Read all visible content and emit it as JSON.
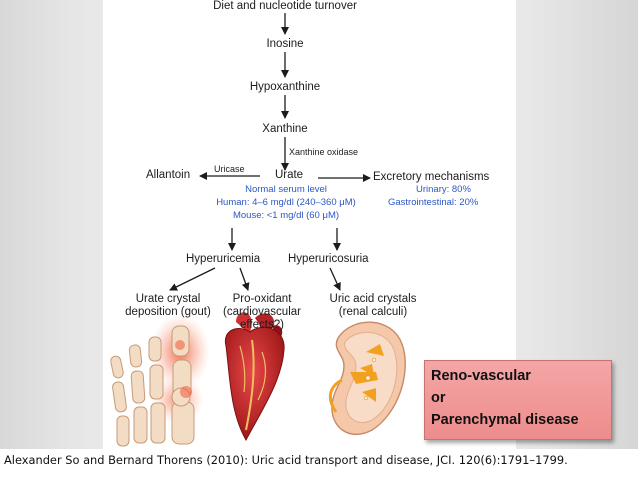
{
  "nodes": {
    "diet": "Diet and nucleotide turnover",
    "inosine": "Inosine",
    "hypoxanthine": "Hypoxanthine",
    "xanthine": "Xanthine",
    "urate": "Urate",
    "allantoin": "Allantoin",
    "excretory": "Excretory mechanisms",
    "hyperuricemia": "Hyperuricemia",
    "hyperuricosuria": "Hyperuricosuria"
  },
  "edge_labels": {
    "xanthine_oxidase": "Xanthine oxidase",
    "uricase": "Uricase"
  },
  "serum": {
    "heading": "Normal serum level",
    "human": "Human: 4–6 mg/dl (240–360 μM)",
    "mouse": "Mouse: <1 mg/dl (60 μM)"
  },
  "excretion": {
    "urinary": "Urinary: 80%",
    "gastro": "Gastrointestinal: 20%"
  },
  "outcomes": {
    "gout": [
      "Urate crystal",
      "deposition (gout)"
    ],
    "prooxidant": [
      "Pro-oxidant",
      "(cardiovascular",
      "effects?)"
    ],
    "uricacid": [
      "Uric acid crystals",
      "(renal calculi)"
    ]
  },
  "callout": [
    "Reno-vascular",
    "or",
    "Parenchymal disease"
  ],
  "citation": "Alexander So and Bernard Thorens (2010): Uric acid transport and disease, JCI. 120(6):1791–1799.",
  "colors": {
    "serum_text": "#2b57c6",
    "callout_fill": "#f4a6a6",
    "bone": "#f2dcc4",
    "inflammation": "#f07a4a",
    "heart": "#c8282a",
    "kidney": "#f4c8a8",
    "crystals": "#f2a020"
  },
  "icons": [
    "foot-bones-image",
    "heart-image",
    "kidney-image"
  ]
}
